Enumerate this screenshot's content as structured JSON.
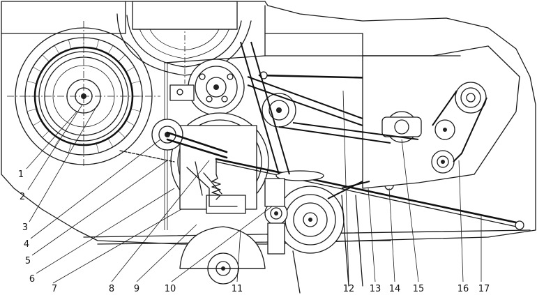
{
  "diagram": {
    "callouts": [
      {
        "id": "1",
        "text": "1"
      },
      {
        "id": "2",
        "text": "2"
      },
      {
        "id": "3",
        "text": "3"
      },
      {
        "id": "4",
        "text": "4"
      },
      {
        "id": "5",
        "text": "5"
      },
      {
        "id": "6",
        "text": "6"
      },
      {
        "id": "7",
        "text": "7"
      },
      {
        "id": "8",
        "text": "8"
      },
      {
        "id": "9",
        "text": "9"
      },
      {
        "id": "10",
        "text": "10"
      },
      {
        "id": "11",
        "text": "11"
      },
      {
        "id": "12",
        "text": "12"
      },
      {
        "id": "13",
        "text": "13"
      },
      {
        "id": "14",
        "text": "14"
      },
      {
        "id": "15",
        "text": "15"
      },
      {
        "id": "16",
        "text": "16"
      },
      {
        "id": "17",
        "text": "17"
      }
    ]
  },
  "colors": {
    "ink": "#111111",
    "paper": "#ffffff"
  }
}
